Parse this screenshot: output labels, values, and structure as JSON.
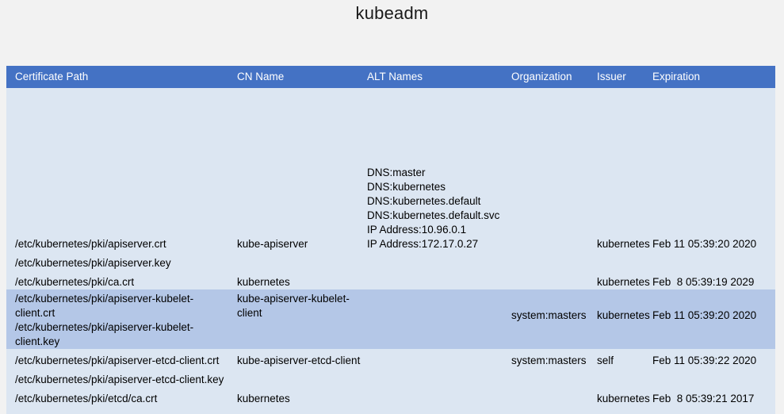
{
  "slide": {
    "title": "kubeadm"
  },
  "colors": {
    "header_bg": "#4472C4",
    "header_text": "#FFFFFF",
    "row_bg": "#DCE6F2",
    "row_highlight_bg": "#B4C7E7",
    "page_bg": "#F2F2F2",
    "text": "#000000"
  },
  "table": {
    "name": "certificate-table",
    "headers": [
      "Certificate Path",
      "CN Name",
      "ALT Names",
      "Organization",
      "Issuer",
      "Expiration"
    ],
    "rows": [
      {
        "path": "/etc/kubernetes/pki/apiserver.crt",
        "cn": "kube-apiserver",
        "alt": "DNS:master\nDNS:kubernetes\nDNS:kubernetes.default\nDNS:kubernetes.default.svc\nIP Address:10.96.0.1\nIP Address:172.17.0.27",
        "org": "",
        "issuer": "kubernetes",
        "expiration": "Feb 11 05:39:20 2020",
        "highlight": false
      },
      {
        "path": "/etc/kubernetes/pki/apiserver.key",
        "cn": "",
        "alt": "",
        "org": "",
        "issuer": "",
        "expiration": "",
        "highlight": false
      },
      {
        "path": "/etc/kubernetes/pki/ca.crt",
        "cn": "kubernetes",
        "alt": "",
        "org": "",
        "issuer": "kubernetes",
        "expiration": "Feb  8 05:39:19 2029",
        "highlight": false
      },
      {
        "path": "/etc/kubernetes/pki/apiserver-kubelet-client.crt\n/etc/kubernetes/pki/apiserver-kubelet-client.key",
        "cn": "kube-apiserver-kubelet-client",
        "alt": "",
        "org": "system:masters",
        "issuer": "kubernetes",
        "expiration": "Feb 11 05:39:20 2020",
        "highlight": true
      },
      {
        "path": "/etc/kubernetes/pki/apiserver-etcd-client.crt",
        "cn": "kube-apiserver-etcd-client",
        "alt": "",
        "org": "system:masters",
        "issuer": "self",
        "expiration": "Feb 11 05:39:22 2020",
        "highlight": false
      },
      {
        "path": "/etc/kubernetes/pki/apiserver-etcd-client.key",
        "cn": "",
        "alt": "",
        "org": "",
        "issuer": "",
        "expiration": "",
        "highlight": false
      },
      {
        "path": "/etc/kubernetes/pki/etcd/ca.crt",
        "cn": "kubernetes",
        "alt": "",
        "org": "",
        "issuer": "kubernetes",
        "expiration": "Feb  8 05:39:21 2017",
        "highlight": false
      }
    ]
  }
}
